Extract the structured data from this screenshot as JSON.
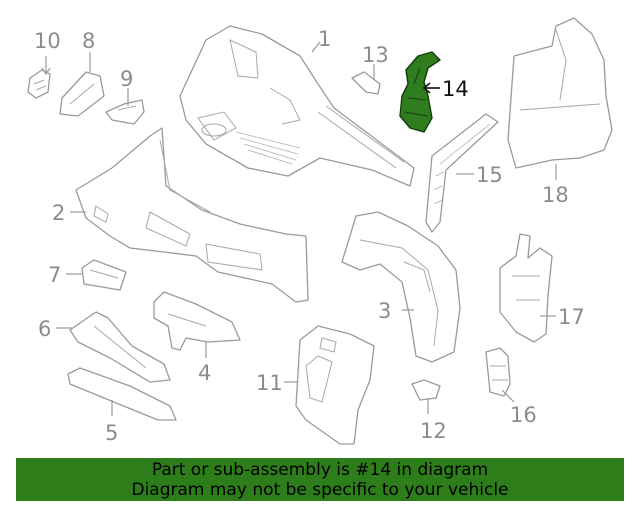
{
  "labels": {
    "p1": "1",
    "p2": "2",
    "p3": "3",
    "p4": "4",
    "p5": "5",
    "p6": "6",
    "p7": "7",
    "p8": "8",
    "p9": "9",
    "p10": "10",
    "p11": "11",
    "p12": "12",
    "p13": "13",
    "p14": "14",
    "p15": "15",
    "p16": "16",
    "p17": "17",
    "p18": "18"
  },
  "highlighted_part": "14",
  "colors": {
    "banner": "#2e7d1b",
    "highlight_part": "#2f7d1e",
    "line_art": "#9a9a9a"
  },
  "banner": {
    "line1": "Part or sub-assembly is #14 in diagram",
    "line2": "Diagram may not be specific to your vehicle"
  }
}
